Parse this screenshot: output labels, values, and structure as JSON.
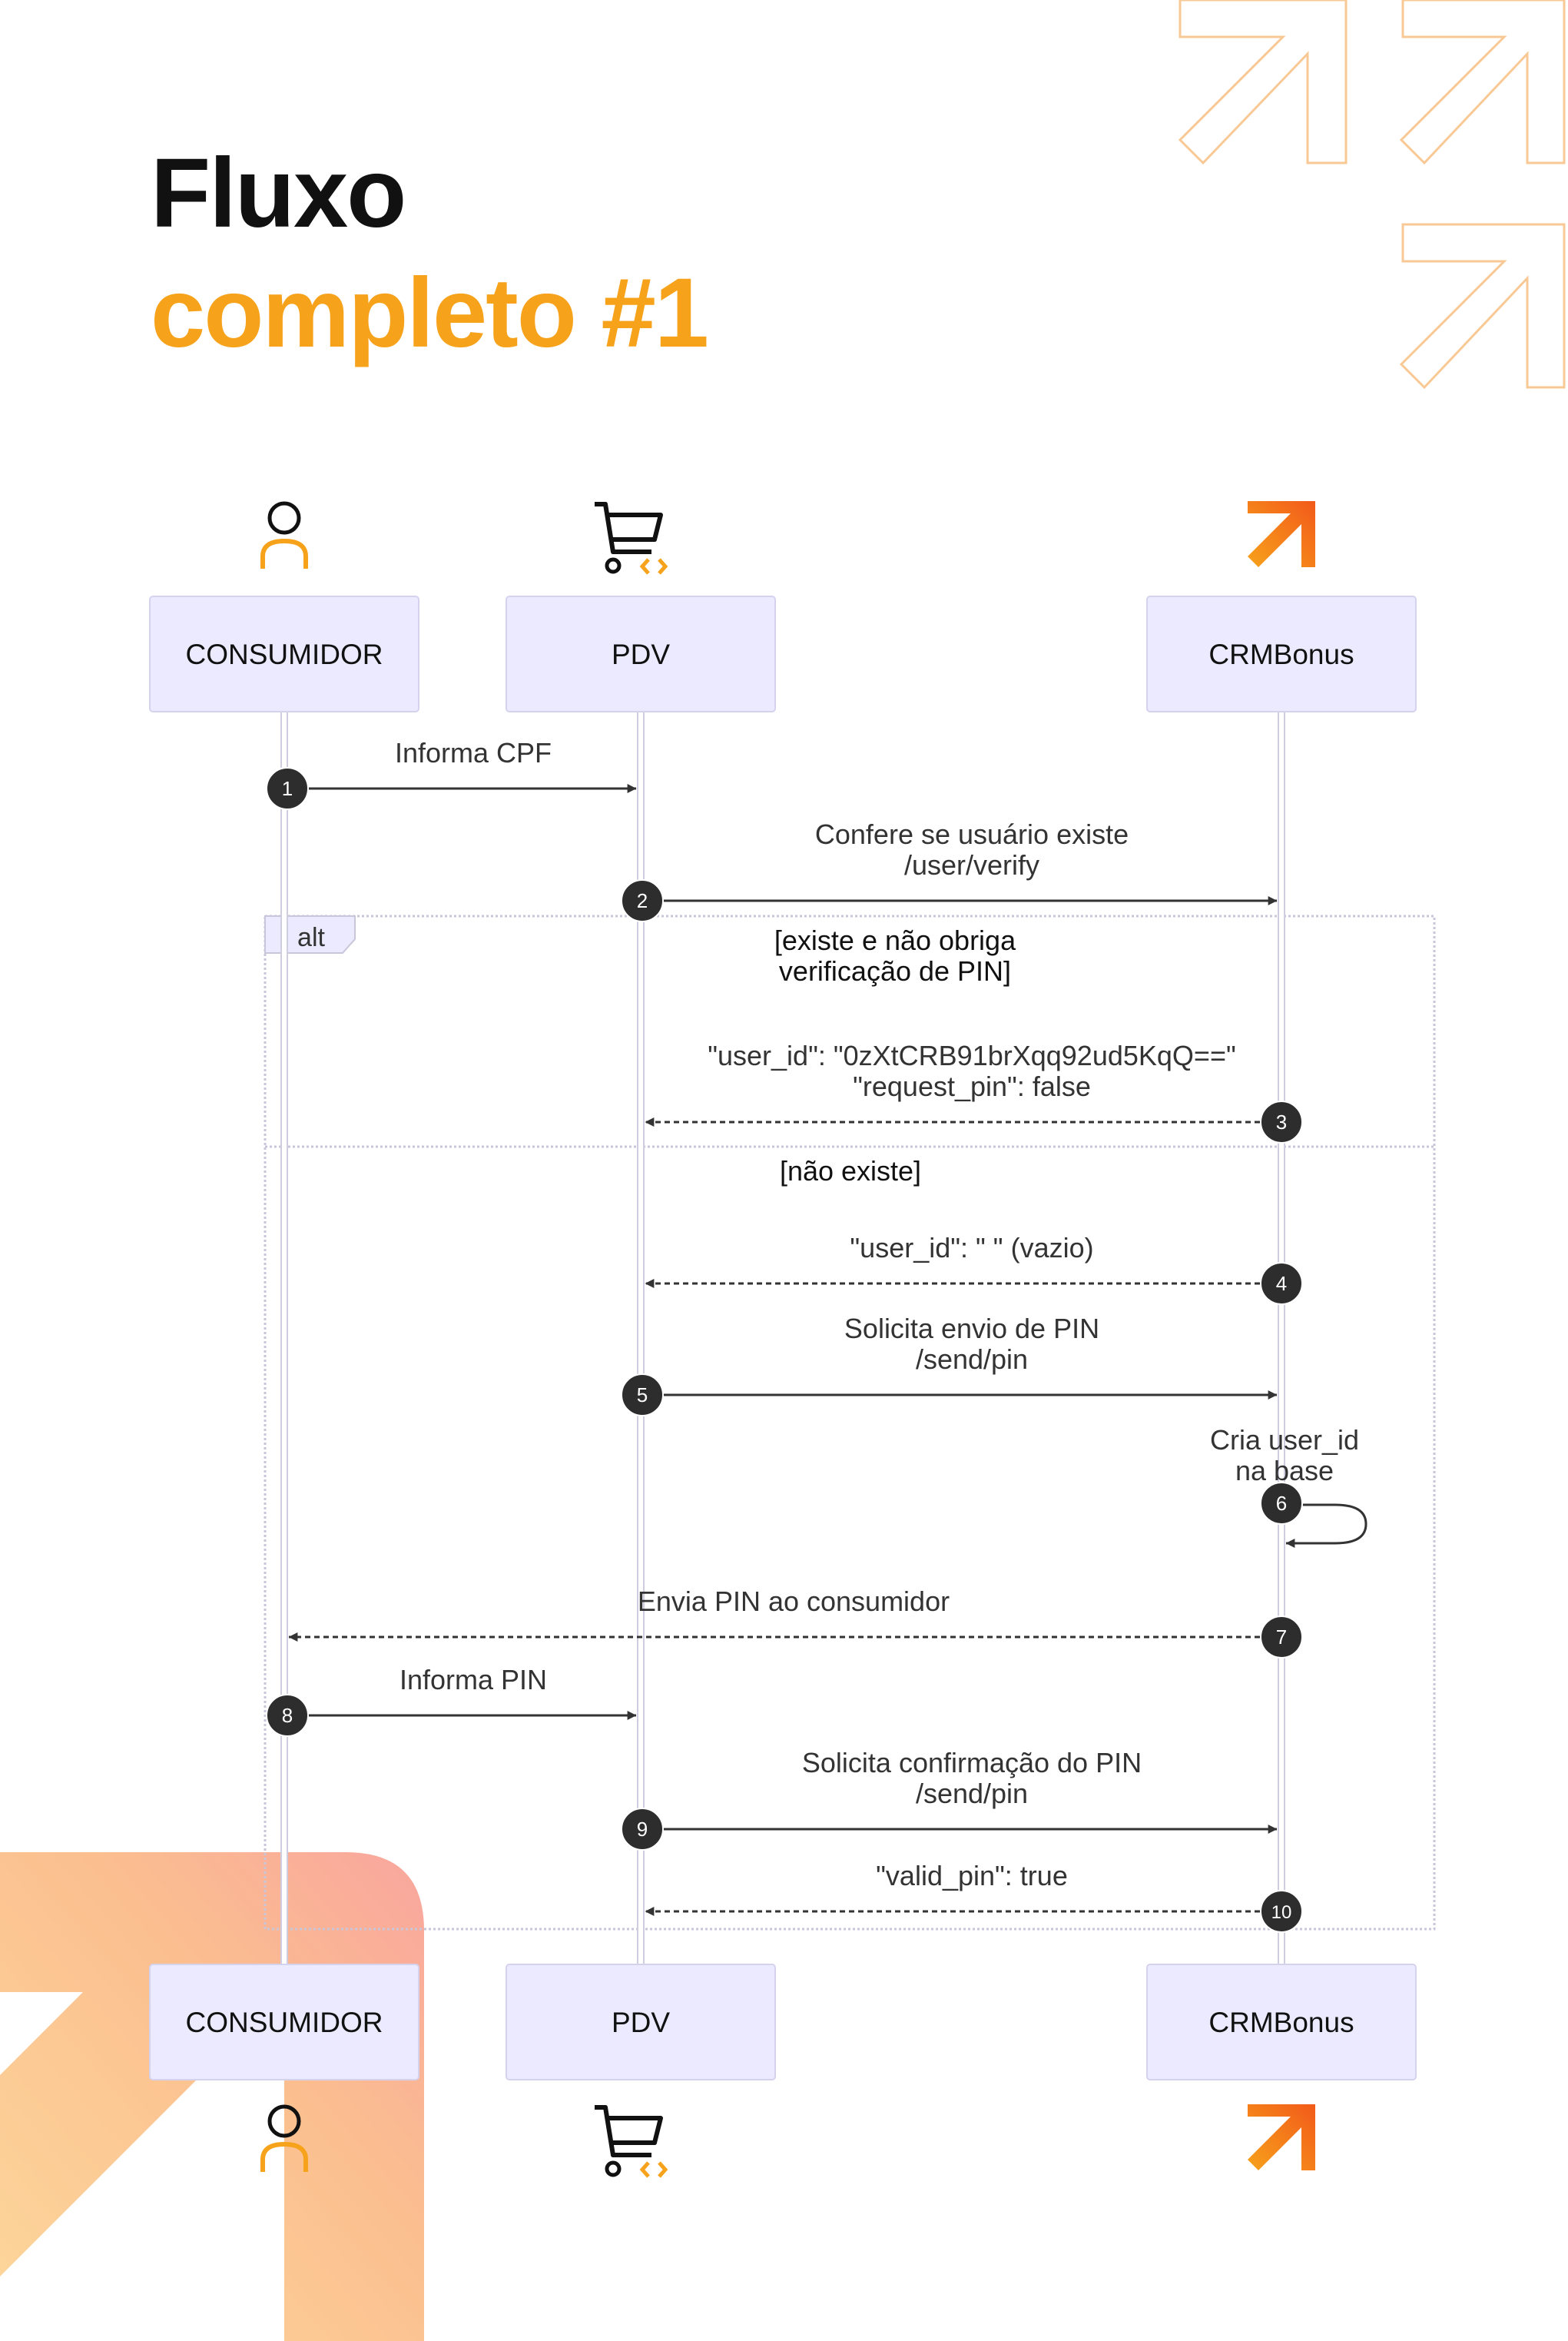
{
  "title": {
    "line1": "Fluxo",
    "line2": "completo #1"
  },
  "participants": [
    {
      "id": "consumidor",
      "label": "CONSUMIDOR",
      "icon": "user-icon"
    },
    {
      "id": "pdv",
      "label": "PDV",
      "icon": "shopping-cart-code-icon"
    },
    {
      "id": "crmbonus",
      "label": "CRMBonus",
      "icon": "crmbonus-arrow-logo-icon"
    }
  ],
  "alt": {
    "label": "alt",
    "conditions": [
      "[existe e não obriga\nverificação de PIN]",
      "[não existe]"
    ]
  },
  "messages": [
    {
      "n": "1",
      "from": "consumidor",
      "to": "pdv",
      "style": "solid",
      "text": "Informa CPF"
    },
    {
      "n": "2",
      "from": "pdv",
      "to": "crmbonus",
      "style": "solid",
      "text": "Confere se usuário existe\n/user/verify"
    },
    {
      "n": "3",
      "from": "crmbonus",
      "to": "pdv",
      "style": "dashed",
      "text": "\"user_id\": \"0zXtCRB91brXqq92ud5KqQ==\"\n\"request_pin\": false"
    },
    {
      "n": "4",
      "from": "crmbonus",
      "to": "pdv",
      "style": "dashed",
      "text": "\"user_id\": \" \" (vazio)"
    },
    {
      "n": "5",
      "from": "pdv",
      "to": "crmbonus",
      "style": "solid",
      "text": "Solicita envio de PIN\n/send/pin"
    },
    {
      "n": "6",
      "from": "crmbonus",
      "to": "crmbonus",
      "style": "solid",
      "text": "Cria user_id\nna base"
    },
    {
      "n": "7",
      "from": "crmbonus",
      "to": "consumidor",
      "style": "dashed",
      "text": "Envia PIN ao consumidor"
    },
    {
      "n": "8",
      "from": "consumidor",
      "to": "pdv",
      "style": "solid",
      "text": "Informa PIN"
    },
    {
      "n": "9",
      "from": "pdv",
      "to": "crmbonus",
      "style": "solid",
      "text": "Solicita confirmação do PIN\n/send/pin"
    },
    {
      "n": "10",
      "from": "crmbonus",
      "to": "pdv",
      "style": "dashed",
      "text": "\"valid_pin\": true"
    }
  ],
  "colors": {
    "accent": "#f7a21b",
    "title": "#111111",
    "actor_box": "#eceaff",
    "actor_border": "#d5d2ee",
    "lifeline": "#cfcde0",
    "arrow": "#333333",
    "badge": "#2d2d2d",
    "deco_gradient": [
      "#fdd79b",
      "#fab48f",
      "#f9a89e"
    ]
  }
}
